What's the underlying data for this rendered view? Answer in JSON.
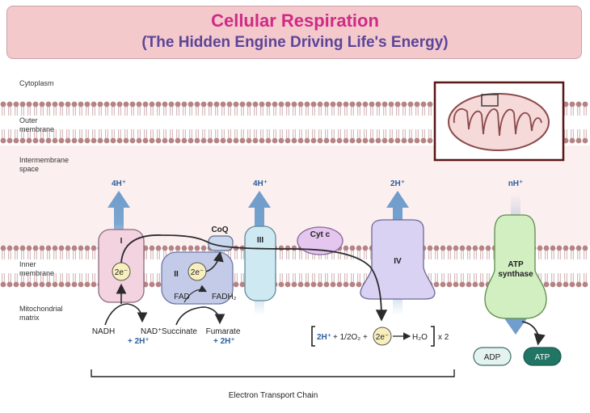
{
  "title": "Cellular Respiration",
  "subtitle": "(The Hidden Engine Driving Life's Energy)",
  "regions": {
    "cytoplasm": "Cytoplasm",
    "outer_membrane": [
      "Outer",
      "membrane"
    ],
    "intermembrane_space": [
      "Intermembrane",
      "space"
    ],
    "inner_membrane": [
      "Inner",
      "membrane"
    ],
    "matrix": [
      "Mitochondrial",
      "matrix"
    ]
  },
  "proton_flow": {
    "complex_I": "4H⁺",
    "complex_III": "4H⁺",
    "complex_IV": "2H⁺",
    "atp_synthase": "nH⁺"
  },
  "complexes": {
    "I": "I",
    "II": "II",
    "III": "III",
    "IV": "IV",
    "coq": "CoQ",
    "cytc": "Cyt c",
    "atp_synthase": [
      "ATP",
      "synthase"
    ]
  },
  "electrons": "2e⁻",
  "substrates": {
    "nadh": "NADH",
    "nad": "NAD⁺",
    "plus_2h": "+ 2H⁺",
    "succinate": "Succinate",
    "fumarate": "Fumarate",
    "fad": "FAD",
    "fadh2": "FADH₂"
  },
  "reaction": {
    "h": "2H⁺",
    "o2": "+ 1/2O₂ +",
    "water": "H₂O",
    "times": "x 2"
  },
  "products": {
    "adp": "ADP",
    "atp": "ATP"
  },
  "etc_label": "Electron Transport Chain",
  "colors": {
    "title": "#d02a85",
    "subtitle": "#5b4598",
    "title_bg": "#f3c9cc",
    "proton_label": "#2d5f9e",
    "arrow": "#7ba6d0",
    "lipid_head": "#b58384",
    "complex_I": "#f3d3e0",
    "complex_II": "#c4cbe8",
    "complex_III": "#cfe9f2",
    "complex_IV": "#d9d2f2",
    "cytc": "#e4c6ee",
    "atp_synthase": "#d2efc2",
    "atp_chip": "#227464",
    "adp_chip": "#e4f3f0",
    "electron": "#f9efbe"
  }
}
